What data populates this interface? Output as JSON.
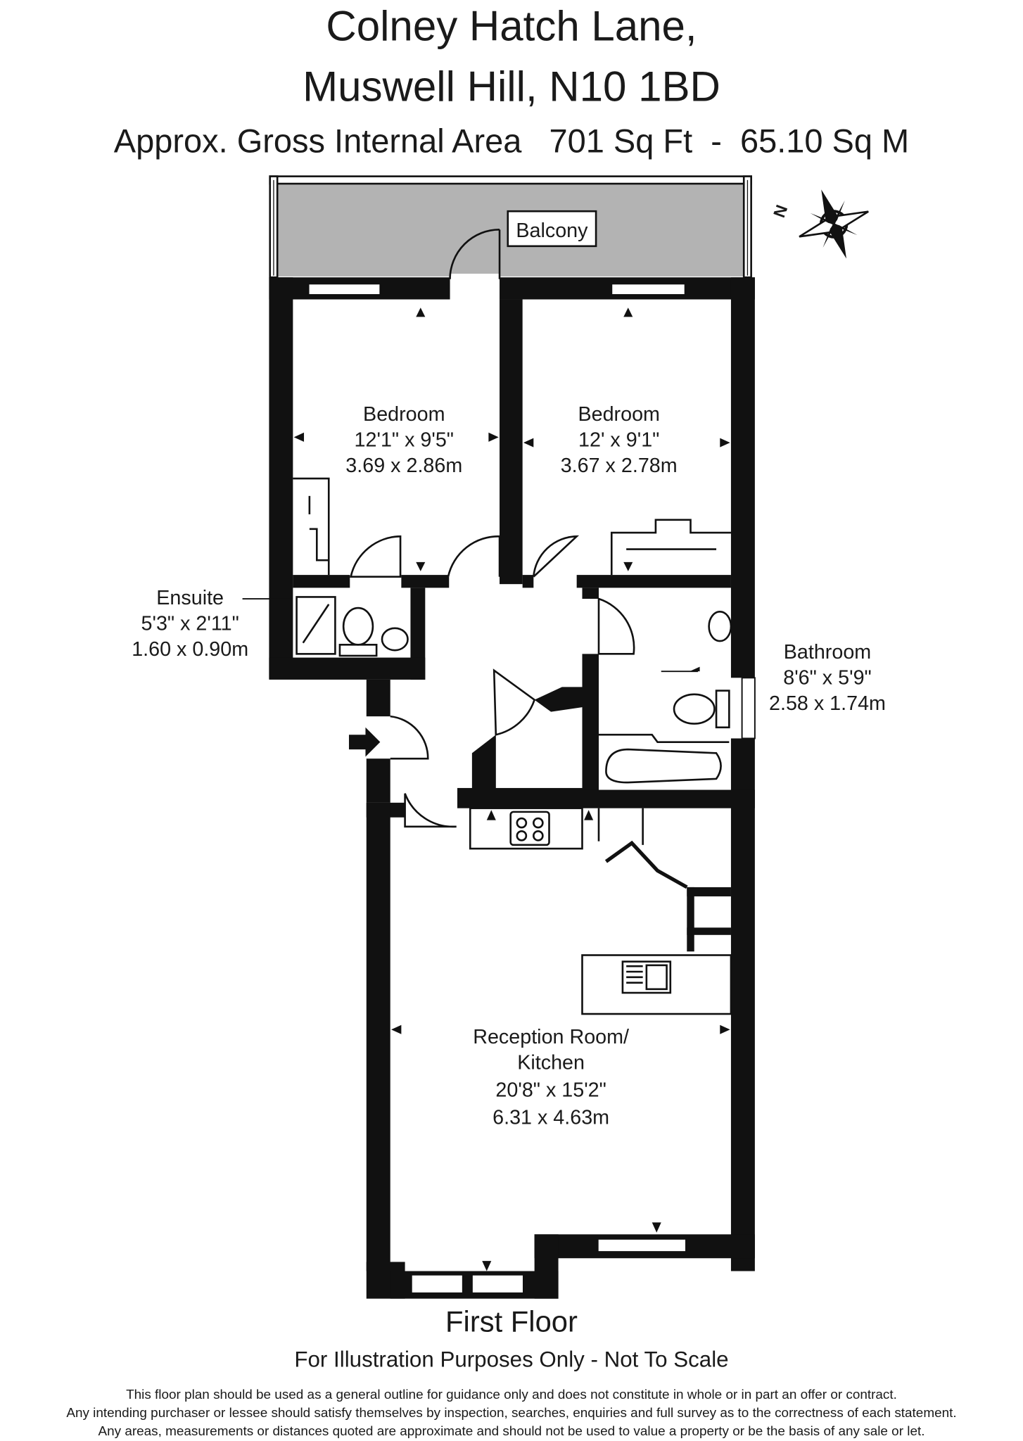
{
  "header": {
    "title_line1": "Colney Hatch Lane,",
    "title_line2": "Muswell Hill, N10 1BD",
    "area": "Approx. Gross Internal Area   701 Sq Ft  -  65.10 Sq M"
  },
  "compass": {
    "label": "N",
    "icon": "compass-rose-icon"
  },
  "rooms": {
    "balcony": {
      "label": "Balcony"
    },
    "bedroom1": {
      "name": "Bedroom",
      "imperial": "12'1\" x 9'5\"",
      "metric": "3.69 x 2.86m"
    },
    "bedroom2": {
      "name": "Bedroom",
      "imperial": "12' x 9'1\"",
      "metric": "3.67 x 2.78m"
    },
    "ensuite": {
      "name": "Ensuite",
      "imperial": "5'3\" x 2'11\"",
      "metric": "1.60 x 0.90m"
    },
    "bathroom": {
      "name": "Bathroom",
      "imperial": "8'6\" x 5'9\"",
      "metric": "2.58 x 1.74m"
    },
    "reception": {
      "name_line1": "Reception Room/",
      "name_line2": "Kitchen",
      "imperial": "20'8\" x 15'2\"",
      "metric": "6.31 x 4.63m"
    }
  },
  "footer": {
    "floor": "First Floor",
    "note": "For Illustration Purposes Only - Not To Scale",
    "disclaimer_line1": "This floor plan should be used as a general outline for guidance only and does not constitute in whole or in part an offer or contract.",
    "disclaimer_line2": "Any intending purchaser or lessee should satisfy themselves by inspection, searches, enquiries and full survey as to the correctness of each statement.",
    "disclaimer_line3": "Any areas, measurements or distances quoted are approximate and should not be used to value a property or be the basis of any sale or let."
  },
  "colors": {
    "wall": "#111111",
    "balcony_fill": "#b3b3b3",
    "text": "#1a1a1a"
  }
}
